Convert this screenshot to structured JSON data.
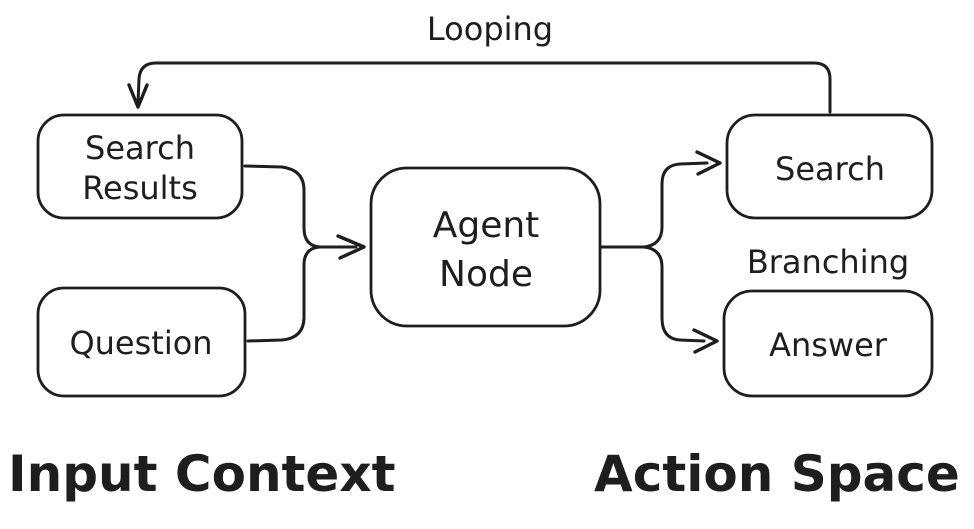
{
  "colors": {
    "stroke": "#1e1e1e",
    "background": "#ffffff"
  },
  "labels": {
    "looping": "Looping",
    "branching": "Branching",
    "input_context": "Input Context",
    "action_space": "Action Space"
  },
  "nodes": {
    "search_results": {
      "line1": "Search",
      "line2": "Results"
    },
    "question": {
      "label": "Question"
    },
    "agent_node": {
      "line1": "Agent",
      "line2": "Node"
    },
    "search": {
      "label": "Search"
    },
    "answer": {
      "label": "Answer"
    }
  },
  "edges": [
    {
      "name": "loop-search-to-search-results",
      "from": "Search",
      "to": "Search Results",
      "label": "Looping"
    },
    {
      "name": "search-results-to-agent-node",
      "from": "Search Results",
      "to": "Agent Node"
    },
    {
      "name": "question-to-agent-node",
      "from": "Question",
      "to": "Agent Node"
    },
    {
      "name": "agent-node-to-search",
      "from": "Agent Node",
      "to": "Search",
      "label": "Branching"
    },
    {
      "name": "agent-node-to-answer",
      "from": "Agent Node",
      "to": "Answer",
      "label": "Branching"
    }
  ]
}
